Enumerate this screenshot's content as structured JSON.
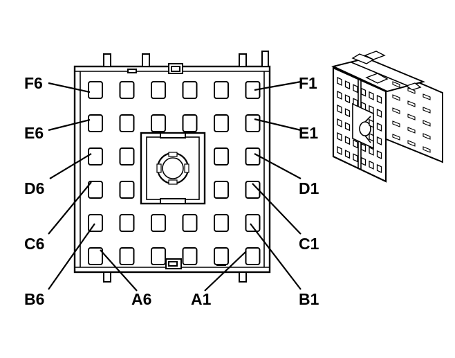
{
  "diagram": {
    "connector_face": {
      "labels": {
        "F6": "F6",
        "E6": "E6",
        "D6": "D6",
        "C6": "C6",
        "B6": "B6",
        "A6": "A6",
        "A1": "A1",
        "B1": "B1",
        "C1": "C1",
        "D1": "D1",
        "E1": "E1",
        "F1": "F1"
      },
      "rows": [
        "F",
        "E",
        "D",
        "C",
        "B",
        "A"
      ],
      "columns": [
        6,
        5,
        4,
        3,
        2,
        1
      ],
      "center_block_replaces": [
        "D4",
        "D3",
        "C4",
        "C3"
      ]
    },
    "connector_perspective": {
      "grid_rows": 6,
      "grid_columns": 6
    }
  }
}
